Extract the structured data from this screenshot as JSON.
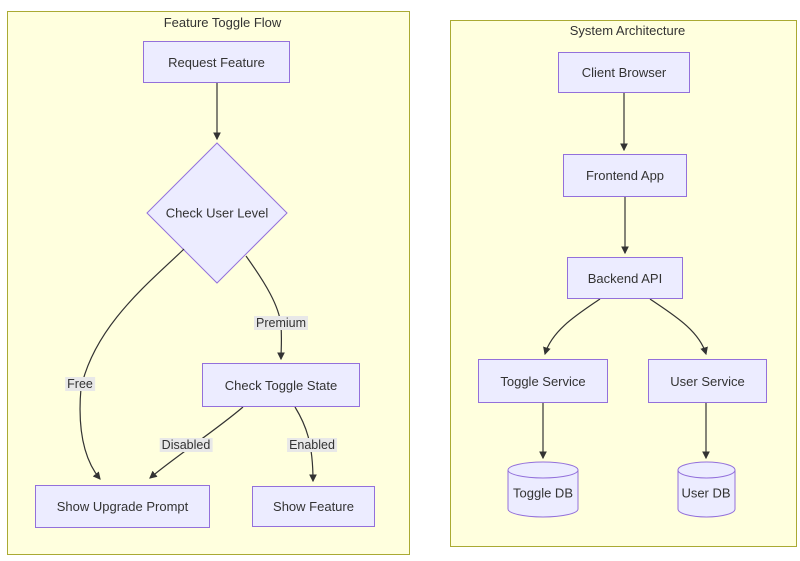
{
  "diagram": {
    "left_cluster": {
      "title": "Feature Toggle Flow"
    },
    "right_cluster": {
      "title": "System Architecture"
    },
    "nodes": {
      "request_feature": "Request Feature",
      "check_user_level": "Check User Level",
      "check_toggle_state": "Check Toggle State",
      "show_upgrade_prompt": "Show Upgrade Prompt",
      "show_feature": "Show Feature",
      "client_browser": "Client Browser",
      "frontend_app": "Frontend App",
      "backend_api": "Backend API",
      "toggle_service": "Toggle Service",
      "user_service": "User Service",
      "toggle_db": "Toggle DB",
      "user_db": "User DB"
    },
    "edge_labels": {
      "premium": "Premium",
      "free": "Free",
      "disabled": "Disabled",
      "enabled": "Enabled"
    },
    "edges": [
      {
        "from": "Request Feature",
        "to": "Check User Level",
        "label": ""
      },
      {
        "from": "Check User Level",
        "to": "Show Upgrade Prompt",
        "label": "Free"
      },
      {
        "from": "Check User Level",
        "to": "Check Toggle State",
        "label": "Premium"
      },
      {
        "from": "Check Toggle State",
        "to": "Show Upgrade Prompt",
        "label": "Disabled"
      },
      {
        "from": "Check Toggle State",
        "to": "Show Feature",
        "label": "Enabled"
      },
      {
        "from": "Client Browser",
        "to": "Frontend App",
        "label": ""
      },
      {
        "from": "Frontend App",
        "to": "Backend API",
        "label": ""
      },
      {
        "from": "Backend API",
        "to": "Toggle Service",
        "label": ""
      },
      {
        "from": "Backend API",
        "to": "User Service",
        "label": ""
      },
      {
        "from": "Toggle Service",
        "to": "Toggle DB",
        "label": ""
      },
      {
        "from": "User Service",
        "to": "User DB",
        "label": ""
      }
    ],
    "colors": {
      "node_fill": "#ECECFF",
      "node_border": "#9370DB",
      "cluster_fill": "#FFFFDE",
      "cluster_border": "#AAAA33",
      "edge": "#333333",
      "edge_label_bg": "#E8E8E8",
      "text": "#333333"
    }
  }
}
